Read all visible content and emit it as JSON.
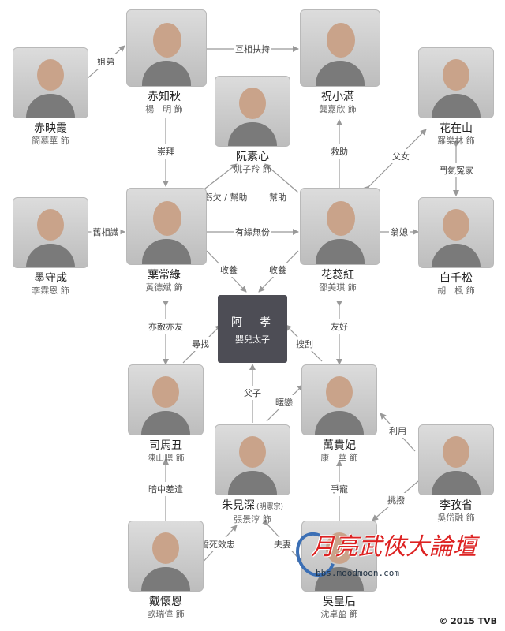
{
  "nodes": {
    "chi_zhiqiu": {
      "name": "赤知秋",
      "actor": "楊　明 飾"
    },
    "zhu_xiaoman": {
      "name": "祝小滿",
      "actor": "龔嘉欣 飾"
    },
    "chi_yingxia": {
      "name": "赤映霞",
      "actor": "簡慕華 飾"
    },
    "ruan_suxin": {
      "name": "阮素心",
      "actor": "姚子羚 飾"
    },
    "hua_zaishan": {
      "name": "花在山",
      "actor": "羅樂林 飾"
    },
    "mo_shoucheng": {
      "name": "墨守成",
      "actor": "李霖恩 飾"
    },
    "ye_changlu": {
      "name": "葉常綠",
      "actor": "黃德斌 飾"
    },
    "hua_ruihong": {
      "name": "花蕊紅",
      "actor": "邵美琪 飾"
    },
    "bai_qiansong": {
      "name": "白千松",
      "actor": "胡　楓 飾"
    },
    "sima_chou": {
      "name": "司馬丑",
      "actor": "陳山聰 飾"
    },
    "wan_guifei": {
      "name": "萬貴妃",
      "actor": "康　華 飾"
    },
    "li_zisheng": {
      "name": "李孜省",
      "actor": "吳岱融 飾"
    },
    "zhu_jianshen": {
      "name": "朱見深",
      "subtitle": "(明憲宗)",
      "actor": "張景淳 飾"
    },
    "dai_huaien": {
      "name": "戴懷恩",
      "actor": "歐瑞偉 飾"
    },
    "wu_huanghou": {
      "name": "吳皇后",
      "actor": "沈卓盈 飾"
    }
  },
  "center": {
    "name": "阿　孝",
    "desc": "嬰兒太子"
  },
  "relations": {
    "jiedi": "姐弟",
    "huxiangfuchi": "互相扶持",
    "chongbai": "崇拜",
    "jiuzhu": "救助",
    "funu_a": "父女",
    "menqi_yuanjia": "鬥氣冤家",
    "kuiqian_bangzhu": "虧欠 / 幫助",
    "bangzhu": "幫助",
    "jiu_xiangshi": "舊相識",
    "youyuan_wufen": "有緣無份",
    "wengxi": "翁媳",
    "shouyang_a": "收養",
    "shouyang_b": "收養",
    "yidiyiyou": "亦敵亦友",
    "youhao": "友好",
    "xunzhao": "尋找",
    "soubu": "搜刮",
    "fuzi": "父子",
    "milian": "暱戀",
    "liyong": "利用",
    "anzhong_chaiqian": "暗中差遣",
    "zhengchong": "爭寵",
    "tiaobo": "挑撥",
    "shisi_xiaozhong": "誓死效忠",
    "fuqi": "夫妻"
  },
  "watermark": {
    "title": "月亮武俠大論壇",
    "url": "bbs.moodmoon.com"
  },
  "copyright": "© 2015 TVB",
  "colors": {
    "line": "#999999",
    "center_bg": "#4d4d55",
    "watermark_red": "#dd2222"
  }
}
